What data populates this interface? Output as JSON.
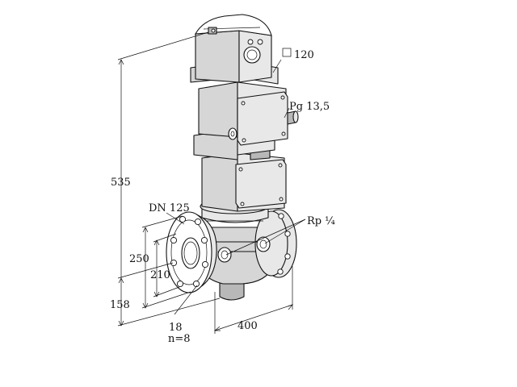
{
  "labels": {
    "overall_height": "535",
    "actuator_size": "120",
    "cable_gland": "Pg 13,5",
    "nominal_diameter": "DN 125",
    "pressure_tap": "Rp ¼",
    "flange_outer": "250",
    "bolt_circle": "210",
    "axis_height": "158",
    "bolt_hole": "18",
    "bolt_count": "n=8",
    "face_to_face": "400"
  }
}
